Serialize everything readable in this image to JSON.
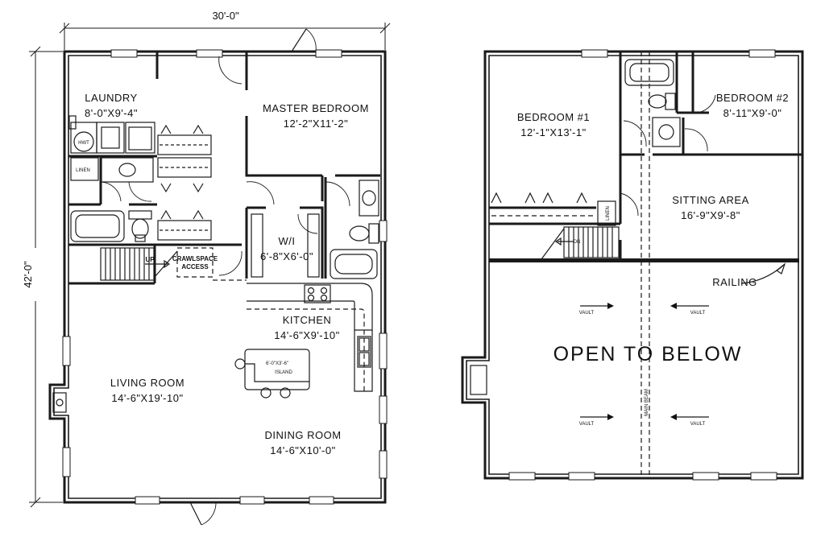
{
  "dimensions": {
    "width": "30'-0\"",
    "depth": "42'-0\""
  },
  "first_floor": {
    "laundry": {
      "name": "LAUNDRY",
      "size": "8'-0\"X9'-4\""
    },
    "master_bedroom": {
      "name": "MASTER BEDROOM",
      "size": "12'-2\"X11'-2\""
    },
    "walk_in": {
      "name": "W/I",
      "size": "6'-8\"X6'-0\""
    },
    "kitchen": {
      "name": "KITCHEN",
      "size": "14'-6\"X9'-10\""
    },
    "island": {
      "size": "6'-0\"X3'-6\"",
      "name": "ISLAND"
    },
    "living_room": {
      "name": "LIVING ROOM",
      "size": "14'-6\"X19'-10\""
    },
    "dining_room": {
      "name": "DINING ROOM",
      "size": "14'-6\"X10'-0\""
    },
    "labels": {
      "hwt": "HWT",
      "linen": "LINEN",
      "up": "UP",
      "crawlspace": "CRAWLSPACE",
      "access": "ACCESS"
    }
  },
  "second_floor": {
    "bedroom1": {
      "name": "BEDROOM #1",
      "size": "12'-1\"X13'-1\""
    },
    "bedroom2": {
      "name": "BEDROOM #2",
      "size": "8'-11\"X9'-0\""
    },
    "sitting_area": {
      "name": "SITTING AREA",
      "size": "16'-9\"X9'-8\""
    },
    "railing": "RAILING",
    "open_to_below": "OPEN TO BELOW",
    "vault": "VAULT",
    "main_beam": "MAIN BEAM",
    "linen": "LINEN",
    "dn": "DN"
  }
}
